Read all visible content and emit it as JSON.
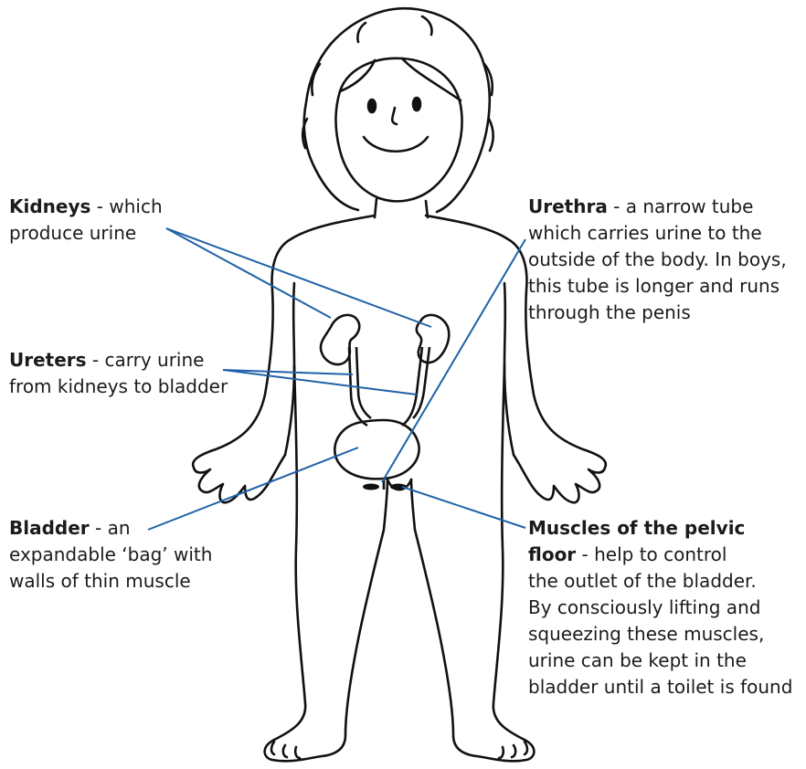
{
  "colors": {
    "outline": "#111111",
    "pointer": "#1f62a8",
    "text": "#1b1b1b"
  },
  "labels": {
    "kidneys": {
      "head": "Kidneys",
      "rest": " - which",
      "lines": [
        "produce urine"
      ]
    },
    "ureters": {
      "head": "Ureters",
      "rest": " - carry urine",
      "lines": [
        "from kidneys to bladder"
      ]
    },
    "bladder": {
      "head": "Bladder",
      "rest": " - an",
      "lines": [
        "expandable ‘bag’ with",
        "walls of thin muscle"
      ]
    },
    "urethra": {
      "head": "Urethra",
      "rest": " - a narrow tube",
      "lines": [
        "which carries urine to the",
        "outside of the body. In boys,",
        "this tube is longer and runs",
        "through the penis"
      ]
    },
    "muscles": {
      "head": "Muscles of the pelvic",
      "head2": "floor",
      "rest": " - help to control",
      "lines": [
        "the outlet of the bladder.",
        "By consciously lifting and",
        "squeezing these muscles,",
        "urine can be kept in the",
        "bladder until a toilet is found"
      ]
    }
  }
}
